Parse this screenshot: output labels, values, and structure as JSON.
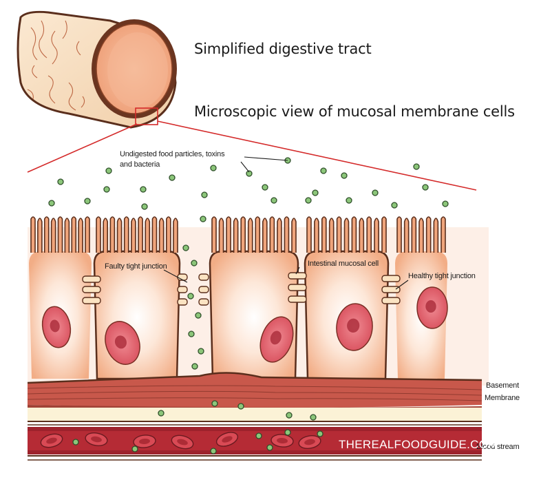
{
  "labels": {
    "tract": "Simplified digestive tract",
    "microscopic": "Microscopic view of mucosal membrane cells",
    "particles_line1": "Undigested food particles, toxins",
    "particles_line2": "and bacteria",
    "faulty": "Faulty tight junction",
    "intestinal": "Intestinal mucosal cell",
    "healthy": "Healthy tight junction",
    "basement_line1": "Basement",
    "basement_line2": "Membrane",
    "blood": "Blood stream"
  },
  "watermark": "THEREALFOODGUIDE.COM",
  "colors": {
    "outline": "#5a2e1c",
    "cell": "#f4b48d",
    "cell_light": "#fde4d3",
    "nucleus": "#e06470",
    "membrane": "#c85a4c",
    "particle": "#8cc67a",
    "blood": "#b52b35",
    "zoom_line": "#d42a2a",
    "plasma": "#fbf2d6"
  }
}
